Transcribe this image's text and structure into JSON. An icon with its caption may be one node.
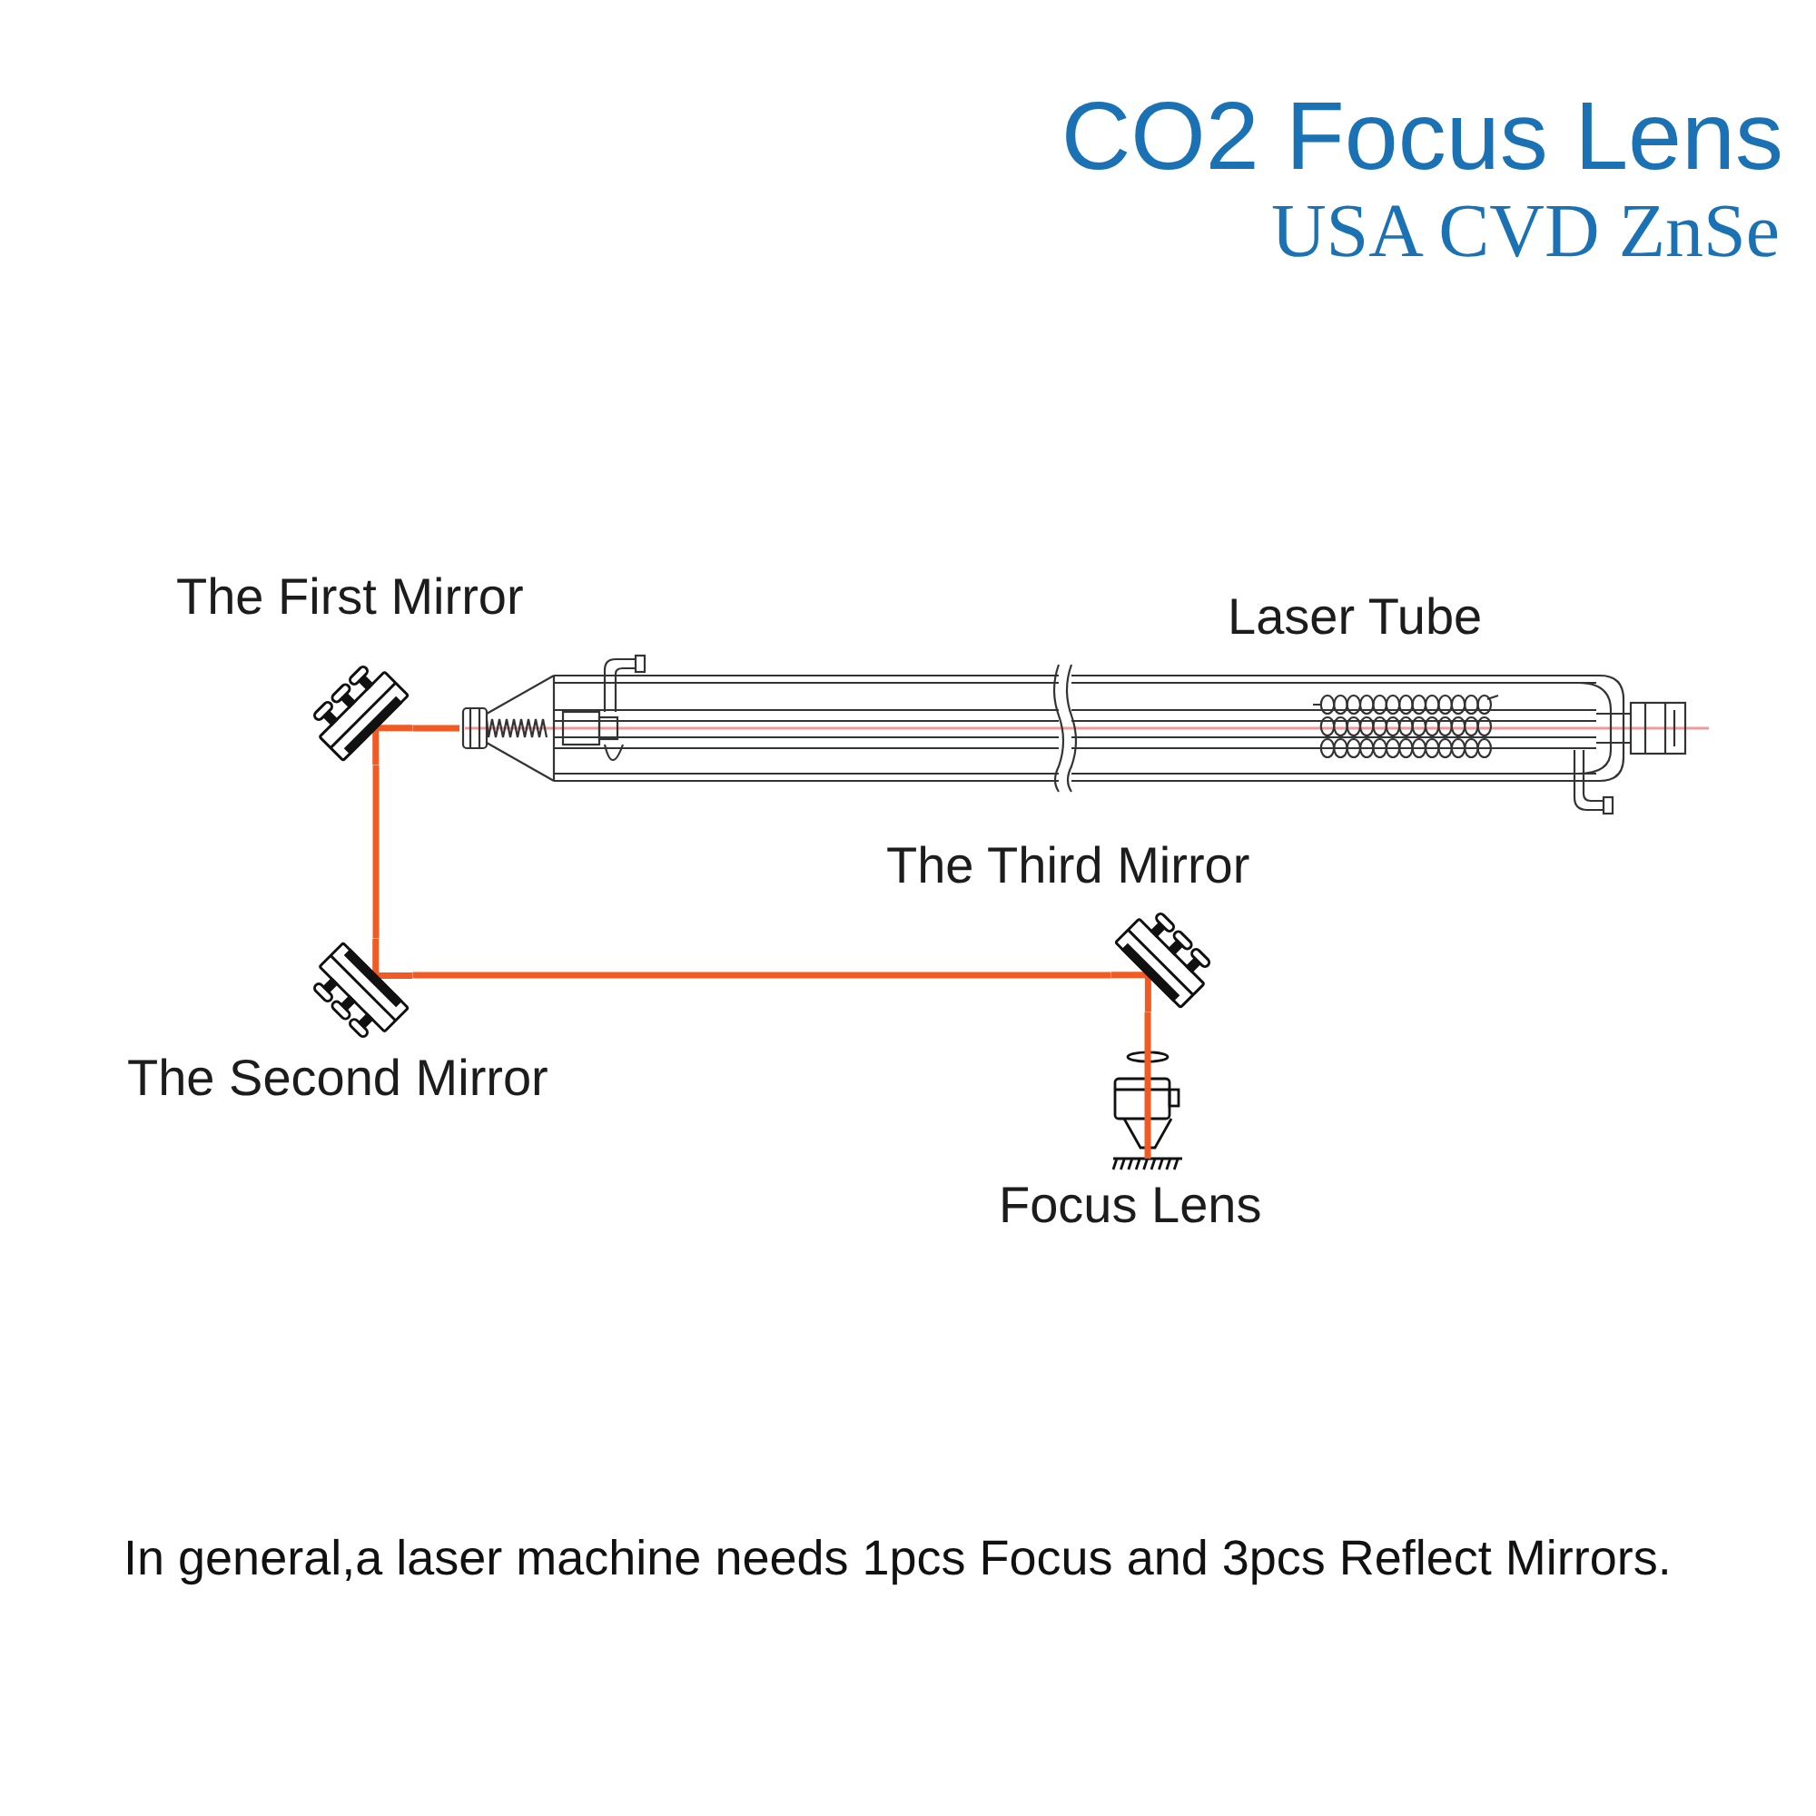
{
  "diagram": {
    "title": "CO2 Focus Lens",
    "caption": "In general,a laser machine needs 1pcs Focus and 3pcs Reflect Mirrors.",
    "nodes": [
      {
        "text": [],
        "shape": "picture",
        "beside": [
          "The First Mirror"
        ]
      },
      {
        "text": [],
        "shape": "picture",
        "beside": [
          "Laser Tube"
        ]
      },
      {
        "text": [],
        "shape": "picture",
        "beside": [
          "The Third Mirror"
        ]
      },
      {
        "text": [],
        "shape": "picture",
        "beside": [
          "The Second Mirror"
        ]
      },
      {
        "text": [],
        "shape": "picture",
        "beside": [
          "Focus Lens"
        ]
      }
    ],
    "edges": [
      {
        "from": 1,
        "to": 0,
        "arrow": "none"
      },
      {
        "from": 0,
        "to": 3,
        "arrow": "none"
      },
      {
        "from": 3,
        "to": 2,
        "arrow": "none"
      },
      {
        "from": 2,
        "to": 4,
        "arrow": "none"
      }
    ],
    "labels": [
      "USA CVD ZnSe"
    ]
  }
}
